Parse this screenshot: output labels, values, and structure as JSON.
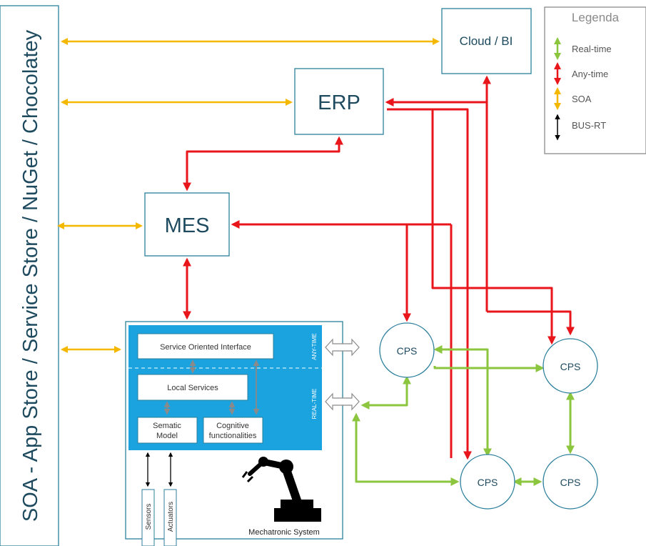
{
  "store_bar": {
    "label": "SOA - App Store / Service Store / NuGet / Chocolatey"
  },
  "nodes": {
    "cloud": "Cloud / BI",
    "erp": "ERP",
    "mes": "MES",
    "cps": [
      "CPS",
      "CPS",
      "CPS",
      "CPS"
    ]
  },
  "mechatronic": {
    "title": "Mechatronic System",
    "any_time_label": "ANY-TIME",
    "real_time_label": "REAL-TIME",
    "service_interface": "Service Oriented Interface",
    "local_services": "Local Services",
    "sematic_model": [
      "Sematic",
      "Model"
    ],
    "cognitive": [
      "Cognitive",
      "functionalities"
    ],
    "sensors": "Sensors",
    "actuators": "Actuators"
  },
  "legend": {
    "title": "Legenda",
    "items": [
      {
        "label": "Real-time",
        "color": "#8cc63f"
      },
      {
        "label": "Any-time",
        "color": "#e8161b"
      },
      {
        "label": "SOA",
        "color": "#f5b800"
      },
      {
        "label": "BUS-RT",
        "color": "#000000"
      }
    ]
  },
  "colors": {
    "soa": "#f5b800",
    "any_time": "#e8161b",
    "real_time": "#8cc63f",
    "bus_rt": "#000000",
    "box_border": "#2b7f9c",
    "panel_blue": "#1ba3e0"
  }
}
